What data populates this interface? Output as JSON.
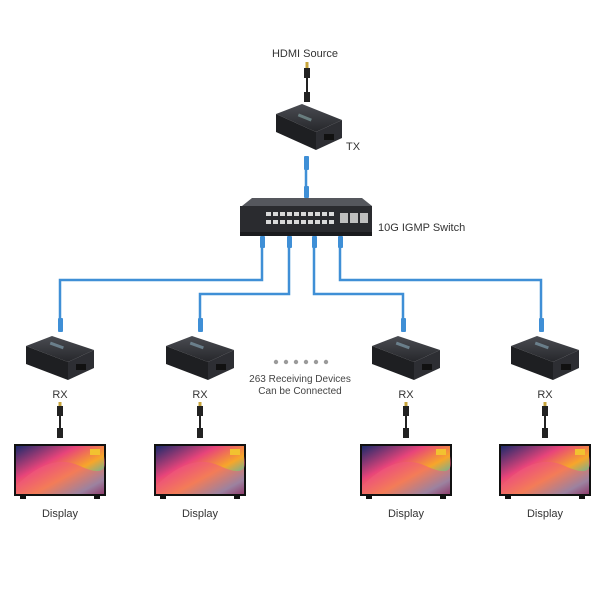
{
  "labels": {
    "hdmi_source": "HDMI Source",
    "tx": "TX",
    "switch": "10G IGMP Switch",
    "rx": "RX",
    "display": "Display",
    "note_line1": "263 Receiving Devices",
    "note_line2": "Can be Connected"
  },
  "receivers": [
    {
      "rx": "RX",
      "display": "Display"
    },
    {
      "rx": "RX",
      "display": "Display"
    },
    {
      "rx": "RX",
      "display": "Display"
    },
    {
      "rx": "RX",
      "display": "Display"
    }
  ],
  "colors": {
    "cable": "#3f8fd6",
    "device": "#2a2b2f",
    "text": "#333333"
  }
}
